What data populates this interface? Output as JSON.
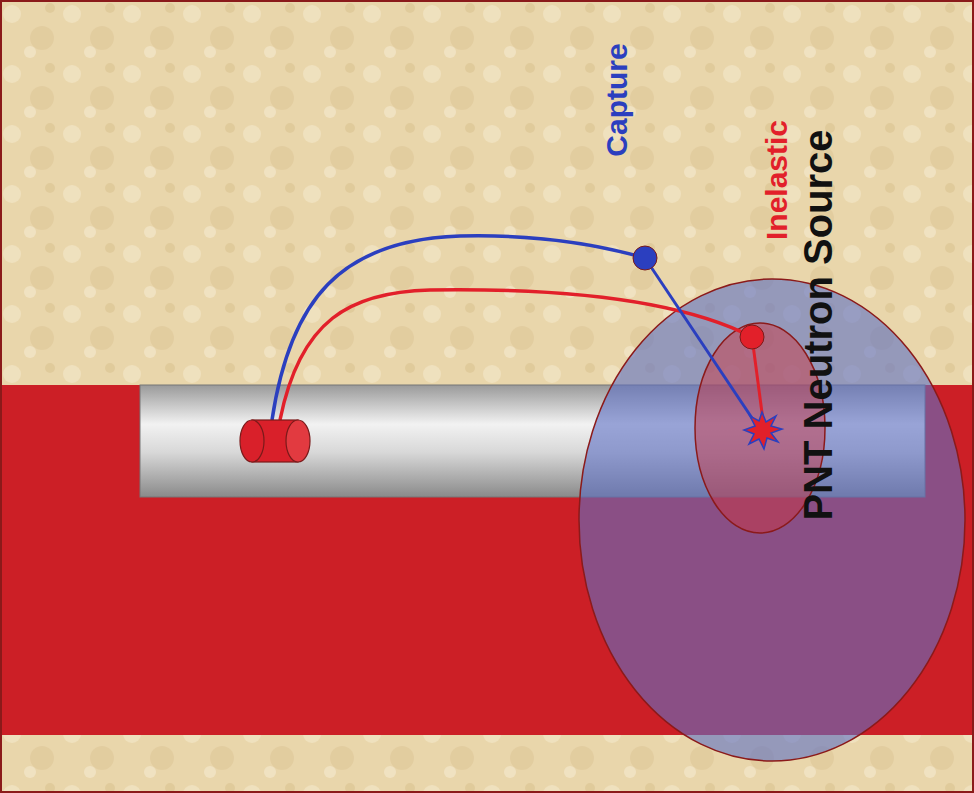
{
  "diagram": {
    "labels": [
      "Capture",
      "Inelastic",
      "PNT Neutron Source"
    ]
  }
}
